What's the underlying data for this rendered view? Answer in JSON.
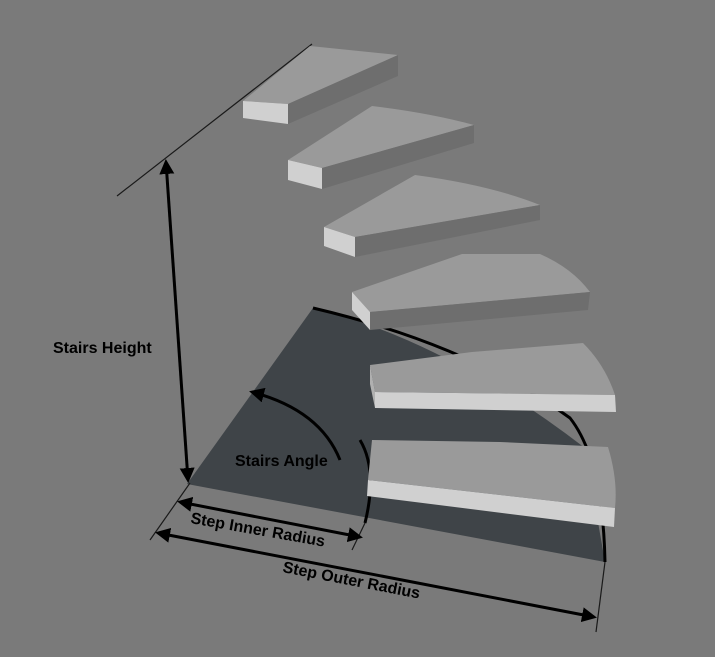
{
  "diagram": {
    "title": "",
    "colors": {
      "background": "#7a7a7a",
      "floor_sector": "#3f4448",
      "step_top": "#9a9a9a",
      "step_front": "#d0d0d0",
      "step_side": "#707070",
      "arrows": "#000000",
      "guide_lines": "#111111"
    },
    "step_count": 6,
    "labels": {
      "stairs_height": "Stairs Height",
      "stairs_angle": "Stairs Angle",
      "step_inner_radius": "Step Inner Radius",
      "step_outer_radius": "Step Outer Radius"
    }
  }
}
